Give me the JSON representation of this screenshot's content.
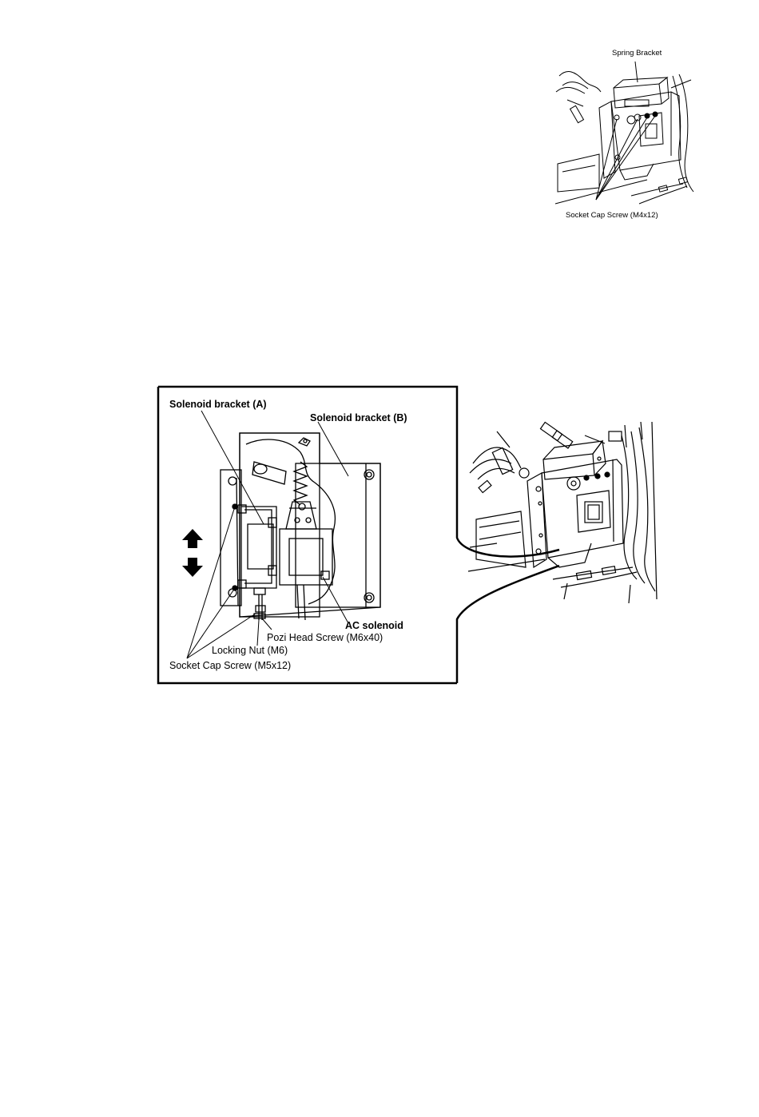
{
  "figure_top": {
    "labels": {
      "spring_bracket": "Spring Bracket",
      "socket_cap_screw_m4": "Socket Cap Screw (M4x12)"
    }
  },
  "figure_detail": {
    "labels": {
      "solenoid_bracket_a": "Solenoid bracket (A)",
      "solenoid_bracket_b": "Solenoid bracket (B)",
      "ac_solenoid": "AC solenoid",
      "pozi_head_screw": "Pozi Head Screw (M6x40)",
      "locking_nut": "Locking Nut (M6)",
      "socket_cap_screw_m5": "Socket Cap Screw (M5x12)"
    },
    "icons": [
      "arrow-up-icon",
      "arrow-down-icon"
    ]
  }
}
